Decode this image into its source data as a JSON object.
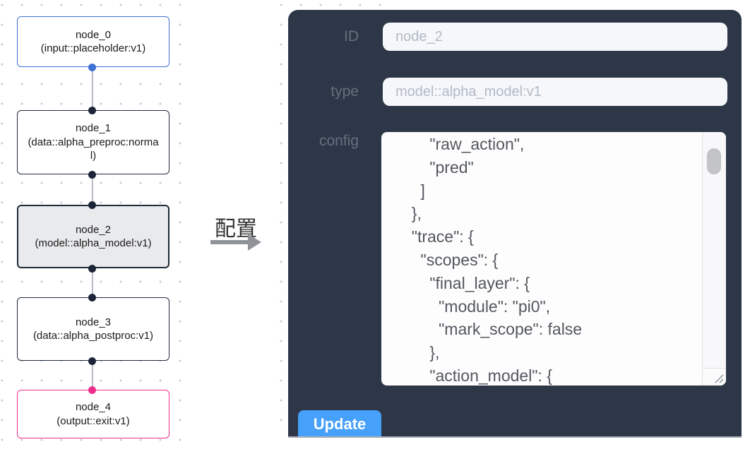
{
  "colors": {
    "canvas-dot": "#c7cad0",
    "edge": "#b9bcc2",
    "node-border-dark": "#1f2a3a",
    "node-bg": "#ffffff",
    "node-selected-bg": "#e9eaec",
    "accent-blue": "#3e6fd2",
    "accent-pink": "#ee2e8b",
    "handle-dark": "#1b2537",
    "node-text": "#1a1a1a",
    "annotation-text": "#333333",
    "annotation-arrow": "#8f9398",
    "panel-bg": "#2d3747",
    "panel-label": "#65707f",
    "field-bg": "#f5f7fa",
    "field-text": "#b3bac6",
    "config-bg": "#fdfdfe",
    "config-text": "#53575d",
    "scrollbar-thumb": "#c3c4c8",
    "button-bg": "#47a0fa",
    "button-text": "#ffffff"
  },
  "canvas": {
    "nodes": [
      {
        "name": "node_0",
        "type": "(input::placeholder:v1)",
        "category": "input",
        "state": "default"
      },
      {
        "name": "node_1",
        "type": "(data::alpha_preproc:normal)",
        "category": "data",
        "state": "default"
      },
      {
        "name": "node_2",
        "type": "(model::alpha_model:v1)",
        "category": "model",
        "state": "selected"
      },
      {
        "name": "node_3",
        "type": "(data::alpha_postproc:v1)",
        "category": "data",
        "state": "default"
      },
      {
        "name": "node_4",
        "type": "(output::exit:v1)",
        "category": "output",
        "state": "default"
      }
    ]
  },
  "annotation": {
    "label": "配置"
  },
  "panel": {
    "fields": [
      {
        "label": "ID",
        "value": "node_2"
      },
      {
        "label": "type",
        "value": "model::alpha_model:v1"
      }
    ],
    "config": {
      "label": "config",
      "text": "      \"raw_action\",\n      \"pred\"\n    ]\n  },\n  \"trace\": {\n    \"scopes\": {\n      \"final_layer\": {\n        \"module\": \"pi0\",\n        \"mark_scope\": false\n      },\n      \"action_model\": {"
    },
    "update_label": "Update"
  }
}
